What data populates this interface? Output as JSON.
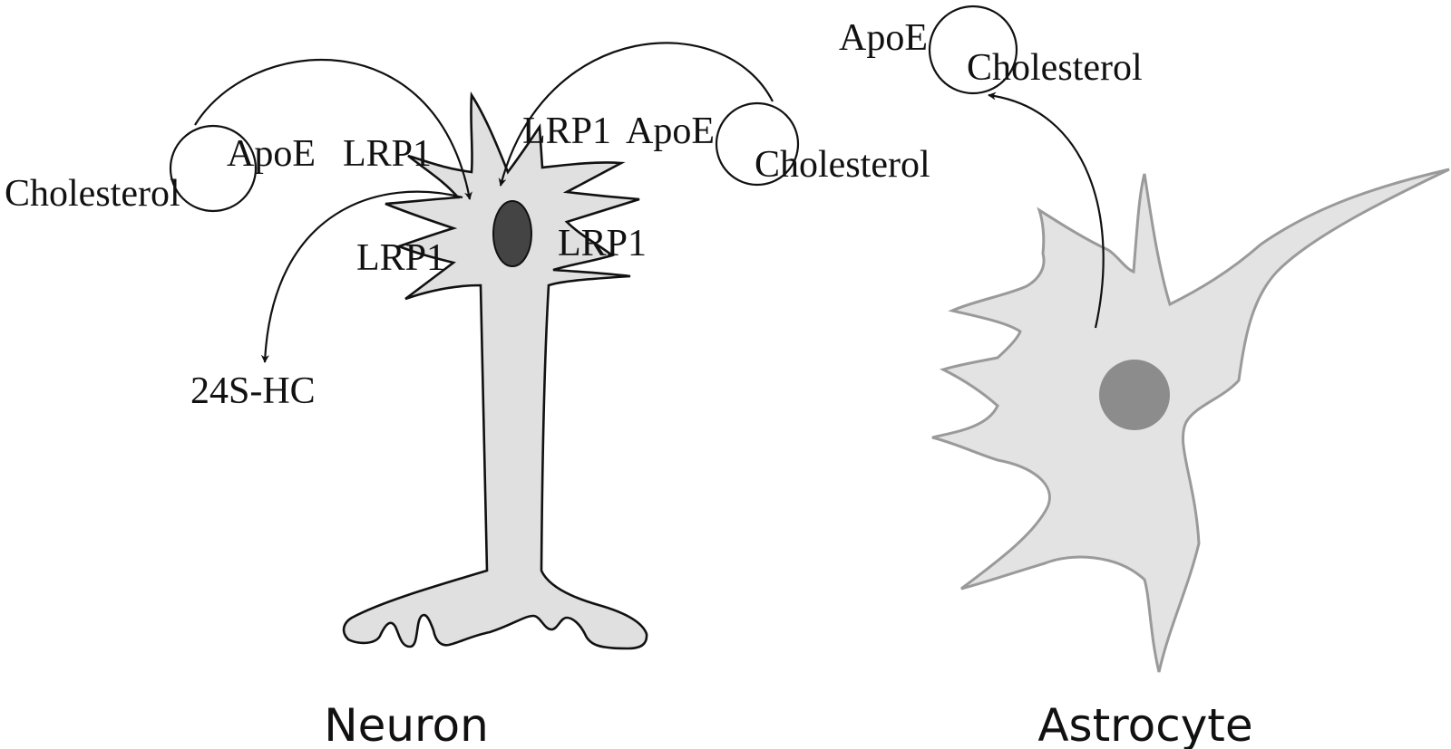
{
  "colors": {
    "neuron_fill": "#e0e0e0",
    "neuron_stroke": "#111111",
    "neuron_nucleus": "#444444",
    "astrocyte_fill": "#e3e3e3",
    "astrocyte_stroke": "#9a9a9a",
    "astrocyte_nucleus": "#8c8c8c",
    "arrow": "#111111"
  },
  "neuron": {
    "title": "Neuron",
    "labels": {
      "cholesterol_left": "Cholesterol",
      "apoe_left": "ApoE",
      "lrp1_top_left": "LRP1",
      "lrp1_top_right": "LRP1",
      "apoe_right": "ApoE",
      "cholesterol_right": "Cholesterol",
      "lrp1_mid_left": "LRP1",
      "lrp1_mid_right": "LRP1",
      "hydroxycholesterol": "24S-HC"
    }
  },
  "astrocyte": {
    "title": "Astrocyte",
    "labels": {
      "apoe": "ApoE",
      "cholesterol": "Cholesterol"
    }
  }
}
